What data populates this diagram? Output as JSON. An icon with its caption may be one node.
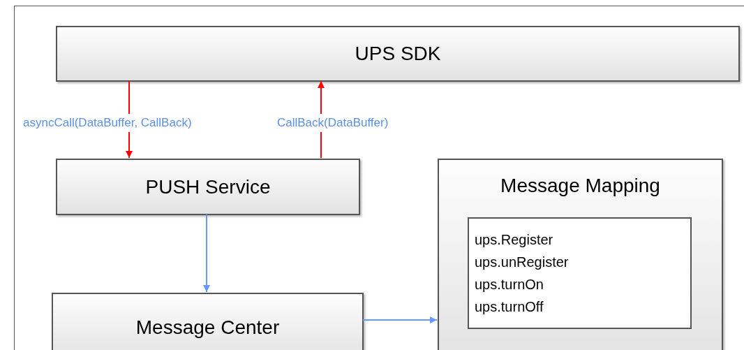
{
  "diagram": {
    "nodes": [
      {
        "text": [],
        "shape": "box"
      },
      {
        "text": [
          "UPS SDK"
        ],
        "in": 0
      },
      {
        "text": [
          "PUSH Service"
        ],
        "in": 0
      },
      {
        "text": [
          "Message Mapping"
        ],
        "in": 0
      },
      {
        "text": [
          "ups.Register",
          "ups.unRegister",
          "ups.turnOn",
          "ups.turnOff"
        ],
        "in": 3
      },
      {
        "text": [
          "Message Center"
        ],
        "in": 0
      }
    ],
    "edges": [
      {
        "from": 1,
        "to": 2,
        "arrow": "to",
        "label": "asyncCall(DataBuffer, CallBack)",
        "color": "#ff0000"
      },
      {
        "from": 2,
        "to": 1,
        "arrow": "to",
        "label": "CallBack(DataBuffer)",
        "color": "#ff0000"
      },
      {
        "from": 2,
        "to": 5,
        "arrow": "to",
        "color": "#6699ff"
      },
      {
        "from": 5,
        "to": 3,
        "arrow": "to",
        "color": "#6699ff"
      }
    ]
  }
}
